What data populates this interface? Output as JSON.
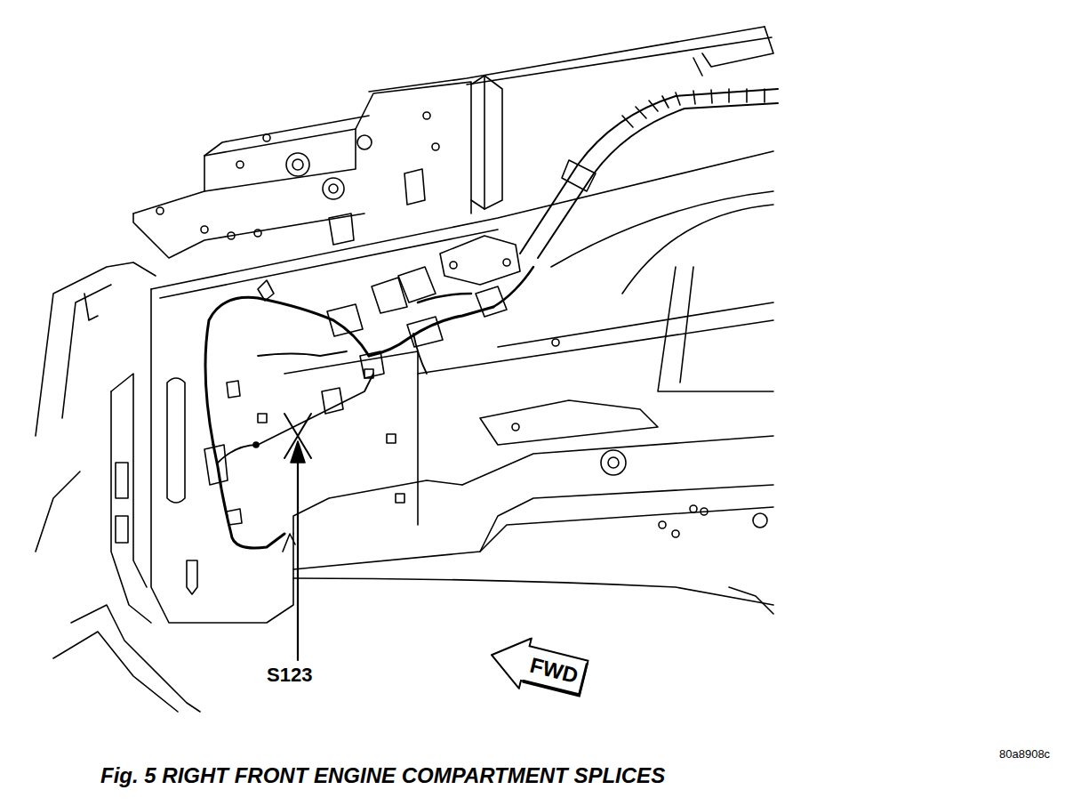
{
  "diagram": {
    "caption": "Fig. 5 RIGHT FRONT ENGINE COMPARTMENT SPLICES",
    "nodes": [
      {
        "text": [
          "FWD"
        ]
      }
    ],
    "labels": [
      "S123",
      "80a8908c"
    ]
  }
}
